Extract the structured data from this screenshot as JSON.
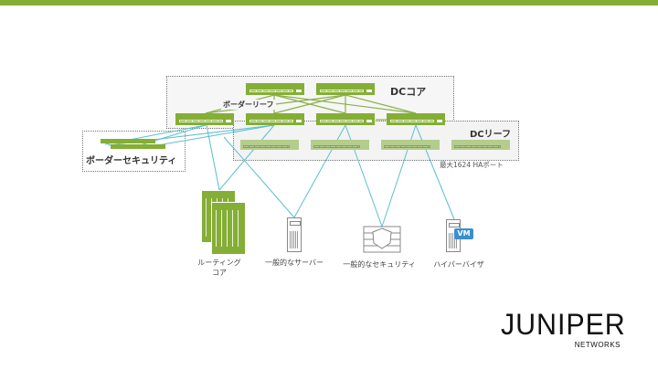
{
  "colors": {
    "brand_green": "#84ae35",
    "link_blue": "#5bbfcf",
    "leaf_green": "#b4cd8c",
    "vm_blue": "#3a8fd0"
  },
  "labels": {
    "dc_core": "DCコア",
    "border_leaf": "ボーダーリーフ",
    "dc_leaf": "DCリーフ",
    "border_security": "ボーダーセキュリティ",
    "max_ports": "最大1624 HAポート"
  },
  "endpoints": [
    {
      "id": "routing-core",
      "label_line1": "ルーティング",
      "label_line2": "コア",
      "icon": "chassis-router-icon"
    },
    {
      "id": "server",
      "label": "一般的なサーバー",
      "icon": "server-icon"
    },
    {
      "id": "security",
      "label": "一般的なセキュリティ",
      "icon": "firewall-icon"
    },
    {
      "id": "hypervisor",
      "label": "ハイパーバイザ",
      "icon": "vm-server-icon",
      "badge": "VM"
    }
  ],
  "logo": {
    "name": "JUNIPER",
    "sub": "NETWORKS"
  }
}
